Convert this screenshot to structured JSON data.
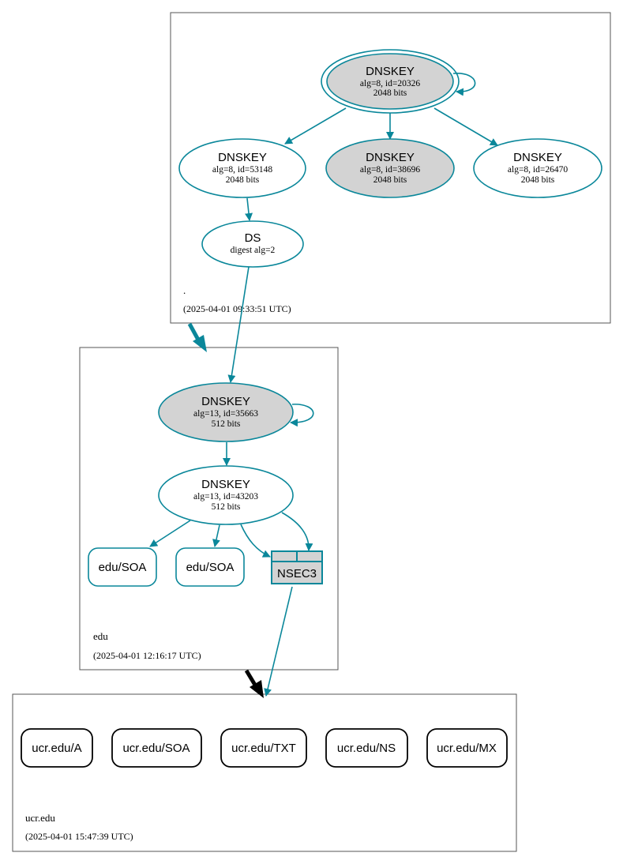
{
  "colors": {
    "edge": "#0a879a",
    "node_fill_gray": "#d3d3d3",
    "zone_border": "#555555",
    "delegation_black": "#000000"
  },
  "zones": {
    "root": {
      "name": ".",
      "timestamp": "(2025-04-01 09:33:51 UTC)"
    },
    "edu": {
      "name": "edu",
      "timestamp": "(2025-04-01 12:16:17 UTC)"
    },
    "ucr": {
      "name": "ucr.edu",
      "timestamp": "(2025-04-01 15:47:39 UTC)"
    }
  },
  "nodes": {
    "root_ksk": {
      "title": "DNSKEY",
      "line1": "alg=8, id=20326",
      "line2": "2048 bits"
    },
    "root_zsk1": {
      "title": "DNSKEY",
      "line1": "alg=8, id=53148",
      "line2": "2048 bits"
    },
    "root_zsk2": {
      "title": "DNSKEY",
      "line1": "alg=8, id=38696",
      "line2": "2048 bits"
    },
    "root_zsk3": {
      "title": "DNSKEY",
      "line1": "alg=8, id=26470",
      "line2": "2048 bits"
    },
    "ds": {
      "title": "DS",
      "line1": "digest alg=2"
    },
    "edu_ksk": {
      "title": "DNSKEY",
      "line1": "alg=13, id=35663",
      "line2": "512 bits"
    },
    "edu_zsk": {
      "title": "DNSKEY",
      "line1": "alg=13, id=43203",
      "line2": "512 bits"
    },
    "edu_soa1": {
      "label": "edu/SOA"
    },
    "edu_soa2": {
      "label": "edu/SOA"
    },
    "nsec3": {
      "label": "NSEC3"
    },
    "ucr_a": {
      "label": "ucr.edu/A"
    },
    "ucr_soa": {
      "label": "ucr.edu/SOA"
    },
    "ucr_txt": {
      "label": "ucr.edu/TXT"
    },
    "ucr_ns": {
      "label": "ucr.edu/NS"
    },
    "ucr_mx": {
      "label": "ucr.edu/MX"
    }
  }
}
